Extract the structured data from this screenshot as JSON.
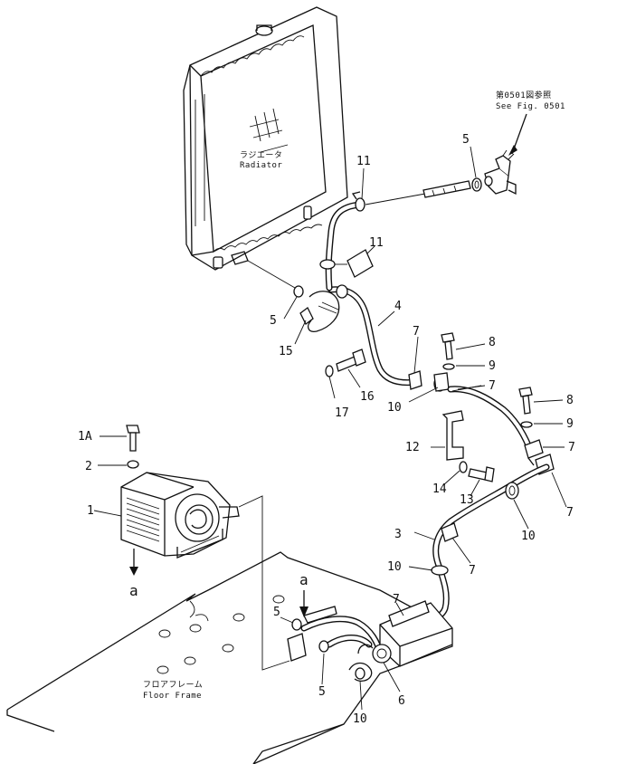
{
  "labels": {
    "l_5_top": "5",
    "l_11_a": "11",
    "l_11_b": "11",
    "l_5_left": "5",
    "l_15": "15",
    "l_4": "4",
    "l_7_a": "7",
    "l_8_a": "8",
    "l_9_a": "9",
    "l_7_b": "7",
    "l_10_a": "10",
    "l_16": "16",
    "l_17": "17",
    "l_8_b": "8",
    "l_9_b": "9",
    "l_7_c": "7",
    "l_12": "12",
    "l_14": "14",
    "l_13": "13",
    "l_7_d": "7",
    "l_10_b": "10",
    "l_3": "3",
    "l_7_e": "7",
    "l_10_c": "10",
    "l_7_f": "7",
    "l_1A": "1A",
    "l_2": "2",
    "l_1": "1",
    "l_a_left": "a",
    "l_a_floor": "a",
    "l_5_floor_a": "5",
    "l_5_floor_b": "5",
    "l_6": "6",
    "l_10_d": "10"
  },
  "captions": {
    "see_fig_jp": "第0501図参照",
    "see_fig_en": "See Fig. 0501",
    "radiator_jp": "ラジエータ",
    "radiator_en": "Radiator",
    "floor_jp": "フロアフレーム",
    "floor_en": "Floor Frame"
  }
}
